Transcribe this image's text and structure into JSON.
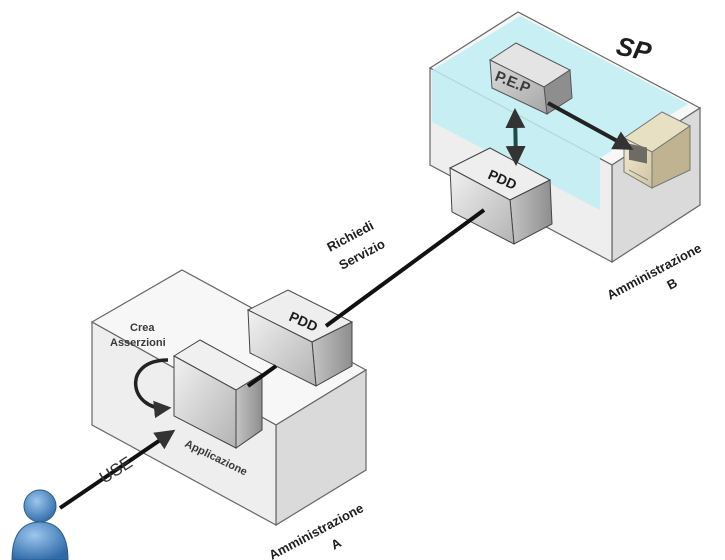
{
  "sp_label": "SP",
  "pep_label": "P.E.P",
  "pdd_label_b": "PDD",
  "pdd_label_a": "PDD",
  "request_label_line1": "Richiedi",
  "request_label_line2": "Servizio",
  "admin_b_line1": "Amministrazione",
  "admin_b_line2": "B",
  "admin_a_line1": "Amministrazione",
  "admin_a_line2": "A",
  "create_label_line1": "Crea",
  "create_label_line2": "Asserzioni",
  "app_label": "Applicazione",
  "use_label": "USE",
  "colors": {
    "sp_highlight": "#bfeef3",
    "box_face": "#ededed",
    "box_top": "#f7f7f7",
    "box_side": "#d9d9d9",
    "user_blue": "#4a86c5"
  }
}
